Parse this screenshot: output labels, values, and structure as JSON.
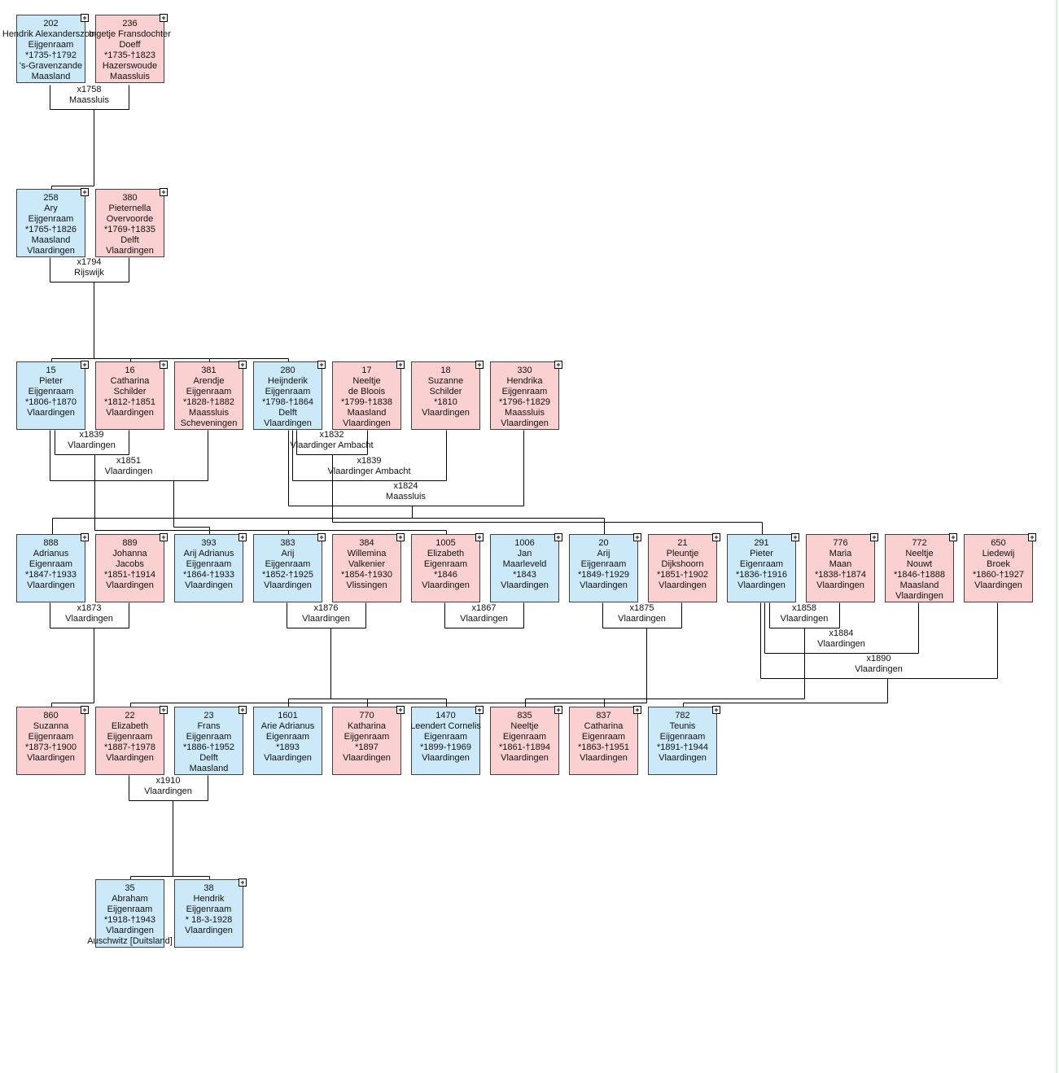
{
  "colors": {
    "male": "#cce9fa",
    "female": "#fbd0d0",
    "line": "#000000"
  },
  "expand_icon": "plus-box-icon",
  "people": [
    {
      "id": "202",
      "gender": "m",
      "lines": [
        "202",
        "Hendrik Alexanderszoon",
        "Eijgenraam",
        "*1735-†1792",
        "'s-Gravenzande",
        "Maasland"
      ],
      "expandable": true
    },
    {
      "id": "236",
      "gender": "f",
      "lines": [
        "236",
        "Ingetje Fransdochter",
        "Doeff",
        "*1735-†1823",
        "Hazerswoude",
        "Maassluis"
      ],
      "expandable": true
    },
    {
      "id": "258",
      "gender": "m",
      "lines": [
        "258",
        "Ary",
        "Eijgenraam",
        "*1765-†1826",
        "Maasland",
        "Vlaardingen"
      ],
      "expandable": true
    },
    {
      "id": "380",
      "gender": "f",
      "lines": [
        "380",
        "Pieternella",
        "Overvoorde",
        "*1769-†1835",
        "Delft",
        "Vlaardingen"
      ],
      "expandable": true
    },
    {
      "id": "15",
      "gender": "m",
      "lines": [
        "15",
        "Pieter",
        "Eijgenraam",
        "*1806-†1870",
        "Vlaardingen"
      ],
      "expandable": true
    },
    {
      "id": "16",
      "gender": "f",
      "lines": [
        "16",
        "Catharina",
        "Schilder",
        "*1812-†1851",
        "Vlaardingen"
      ],
      "expandable": true
    },
    {
      "id": "381",
      "gender": "f",
      "lines": [
        "381",
        "Arendje",
        "Eijgenraam",
        "*1828-†1882",
        "Maassluis",
        "Scheveningen"
      ],
      "expandable": true
    },
    {
      "id": "280",
      "gender": "m",
      "lines": [
        "280",
        "Heijnderik",
        "Eijgenraam",
        "*1798-†1864",
        "Delft",
        "Vlaardingen"
      ],
      "expandable": true
    },
    {
      "id": "17",
      "gender": "f",
      "lines": [
        "17",
        "Neeltje",
        "de Bloois",
        "*1799-†1838",
        "Maasland",
        "Vlaardingen"
      ],
      "expandable": true
    },
    {
      "id": "18",
      "gender": "f",
      "lines": [
        "18",
        "Suzanne",
        "Schilder",
        "*1810",
        "Vlaardingen"
      ],
      "expandable": true
    },
    {
      "id": "330",
      "gender": "f",
      "lines": [
        "330",
        "Hendrika",
        "Eijgenraam",
        "*1796-†1829",
        "Maassluis",
        "Vlaardingen"
      ],
      "expandable": true
    },
    {
      "id": "888",
      "gender": "m",
      "lines": [
        "888",
        "Adrianus",
        "Eigenraam",
        "*1847-†1933",
        "Vlaardingen"
      ],
      "expandable": true
    },
    {
      "id": "889",
      "gender": "f",
      "lines": [
        "889",
        "Johanna",
        "Jacobs",
        "*1851-†1914",
        "Vlaardingen"
      ],
      "expandable": true
    },
    {
      "id": "393",
      "gender": "m",
      "lines": [
        "393",
        "Arij Adrianus",
        "Eijgenraam",
        "*1864-†1933",
        "Vlaardingen"
      ],
      "expandable": true
    },
    {
      "id": "383",
      "gender": "m",
      "lines": [
        "383",
        "Arij",
        "Eijgenraam",
        "*1852-†1925",
        "Vlaardingen"
      ],
      "expandable": true
    },
    {
      "id": "384",
      "gender": "f",
      "lines": [
        "384",
        "Willemina",
        "Valkenier",
        "*1854-†1930",
        "Vlissingen"
      ],
      "expandable": true
    },
    {
      "id": "1005",
      "gender": "f",
      "lines": [
        "1005",
        "Elizabeth",
        "Eigenraam",
        "*1846",
        "Vlaardingen"
      ],
      "expandable": true
    },
    {
      "id": "1006",
      "gender": "m",
      "lines": [
        "1006",
        "Jan",
        "Maarleveld",
        "*1843",
        "Vlaardingen"
      ],
      "expandable": true
    },
    {
      "id": "20",
      "gender": "m",
      "lines": [
        "20",
        "Arij",
        "Eijgenraam",
        "*1849-†1929",
        "Vlaardingen"
      ],
      "expandable": true
    },
    {
      "id": "21",
      "gender": "f",
      "lines": [
        "21",
        "Pleuntje",
        "Dijkshoorn",
        "*1851-†1902",
        "Vlaardingen"
      ],
      "expandable": true
    },
    {
      "id": "291",
      "gender": "m",
      "lines": [
        "291",
        "Pieter",
        "Eigenraam",
        "*1836-†1916",
        "Vlaardingen"
      ],
      "expandable": true
    },
    {
      "id": "776",
      "gender": "f",
      "lines": [
        "776",
        "Maria",
        "Maan",
        "*1838-†1874",
        "Vlaardingen"
      ],
      "expandable": true
    },
    {
      "id": "772",
      "gender": "f",
      "lines": [
        "772",
        "Neeltje",
        "Nouwt",
        "*1846-†1888",
        "Maasland",
        "Vlaardingen"
      ],
      "expandable": true
    },
    {
      "id": "650",
      "gender": "f",
      "lines": [
        "650",
        "Liedewij",
        "Broek",
        "*1860-†1927",
        "Vlaardingen"
      ],
      "expandable": true
    },
    {
      "id": "860",
      "gender": "f",
      "lines": [
        "860",
        "Suzanna",
        "Eijgenraam",
        "*1873-†1900",
        "Vlaardingen"
      ],
      "expandable": true
    },
    {
      "id": "22",
      "gender": "f",
      "lines": [
        "22",
        "Elizabeth",
        "Eijgenraam",
        "*1887-†1978",
        "Vlaardingen"
      ],
      "expandable": true
    },
    {
      "id": "23",
      "gender": "m",
      "lines": [
        "23",
        "Frans",
        "Eijgenraam",
        "*1886-†1952",
        "Delft",
        "Maasland"
      ],
      "expandable": true
    },
    {
      "id": "1601",
      "gender": "m",
      "lines": [
        "1601",
        "Arie Adrianus",
        "Eigenraam",
        "*1893",
        "Vlaardingen"
      ],
      "expandable": false
    },
    {
      "id": "770",
      "gender": "f",
      "lines": [
        "770",
        "Katharina",
        "Eijgenraam",
        "*1897",
        "Vlaardingen"
      ],
      "expandable": true
    },
    {
      "id": "1470",
      "gender": "m",
      "lines": [
        "1470",
        "Leendert Cornelis",
        "Eigenraam",
        "*1899-†1969",
        "Vlaardingen"
      ],
      "expandable": true
    },
    {
      "id": "835",
      "gender": "f",
      "lines": [
        "835",
        "Neeltje",
        "Eigenraam",
        "*1861-†1894",
        "Vlaardingen"
      ],
      "expandable": true
    },
    {
      "id": "837",
      "gender": "f",
      "lines": [
        "837",
        "Catharina",
        "Eigenraam",
        "*1863-†1951",
        "Vlaardingen"
      ],
      "expandable": true
    },
    {
      "id": "782",
      "gender": "m",
      "lines": [
        "782",
        "Teunis",
        "Eijgenraam",
        "*1891-†1944",
        "Vlaardingen"
      ],
      "expandable": true
    },
    {
      "id": "35",
      "gender": "m",
      "lines": [
        "35",
        "Abraham",
        "Eijgenraam",
        "*1918-†1943",
        "Vlaardingen",
        "Auschwitz [Duitsland]"
      ],
      "expandable": false
    },
    {
      "id": "38",
      "gender": "m",
      "lines": [
        "38",
        "Hendrik",
        "Eijgenraam",
        "* 18-3-1928",
        "Vlaardingen"
      ],
      "expandable": true
    }
  ],
  "marriages": [
    {
      "id": "m1758",
      "lines": [
        "x1758",
        "Maassluis"
      ]
    },
    {
      "id": "m1794",
      "lines": [
        "x1794",
        "Rijswijk"
      ]
    },
    {
      "id": "m1839a",
      "lines": [
        "x1839",
        "Vlaardingen"
      ]
    },
    {
      "id": "m1851",
      "lines": [
        "x1851",
        "Vlaardingen"
      ]
    },
    {
      "id": "m1832",
      "lines": [
        "x1832",
        "Vlaardinger Ambacht"
      ]
    },
    {
      "id": "m1839b",
      "lines": [
        "x1839",
        "Vlaardinger Ambacht"
      ]
    },
    {
      "id": "m1824",
      "lines": [
        "x1824",
        "Maassluis"
      ]
    },
    {
      "id": "m1873",
      "lines": [
        "x1873",
        "Vlaardingen"
      ]
    },
    {
      "id": "m1876",
      "lines": [
        "x1876",
        "Vlaardingen"
      ]
    },
    {
      "id": "m1867",
      "lines": [
        "x1867",
        "Vlaardingen"
      ]
    },
    {
      "id": "m1875",
      "lines": [
        "x1875",
        "Vlaardingen"
      ]
    },
    {
      "id": "m1858",
      "lines": [
        "x1858",
        "Vlaardingen"
      ]
    },
    {
      "id": "m1884",
      "lines": [
        "x1884",
        "Vlaardingen"
      ]
    },
    {
      "id": "m1890",
      "lines": [
        "x1890",
        "Vlaardingen"
      ]
    },
    {
      "id": "m1910",
      "lines": [
        "x1910",
        "Vlaardingen"
      ]
    }
  ]
}
